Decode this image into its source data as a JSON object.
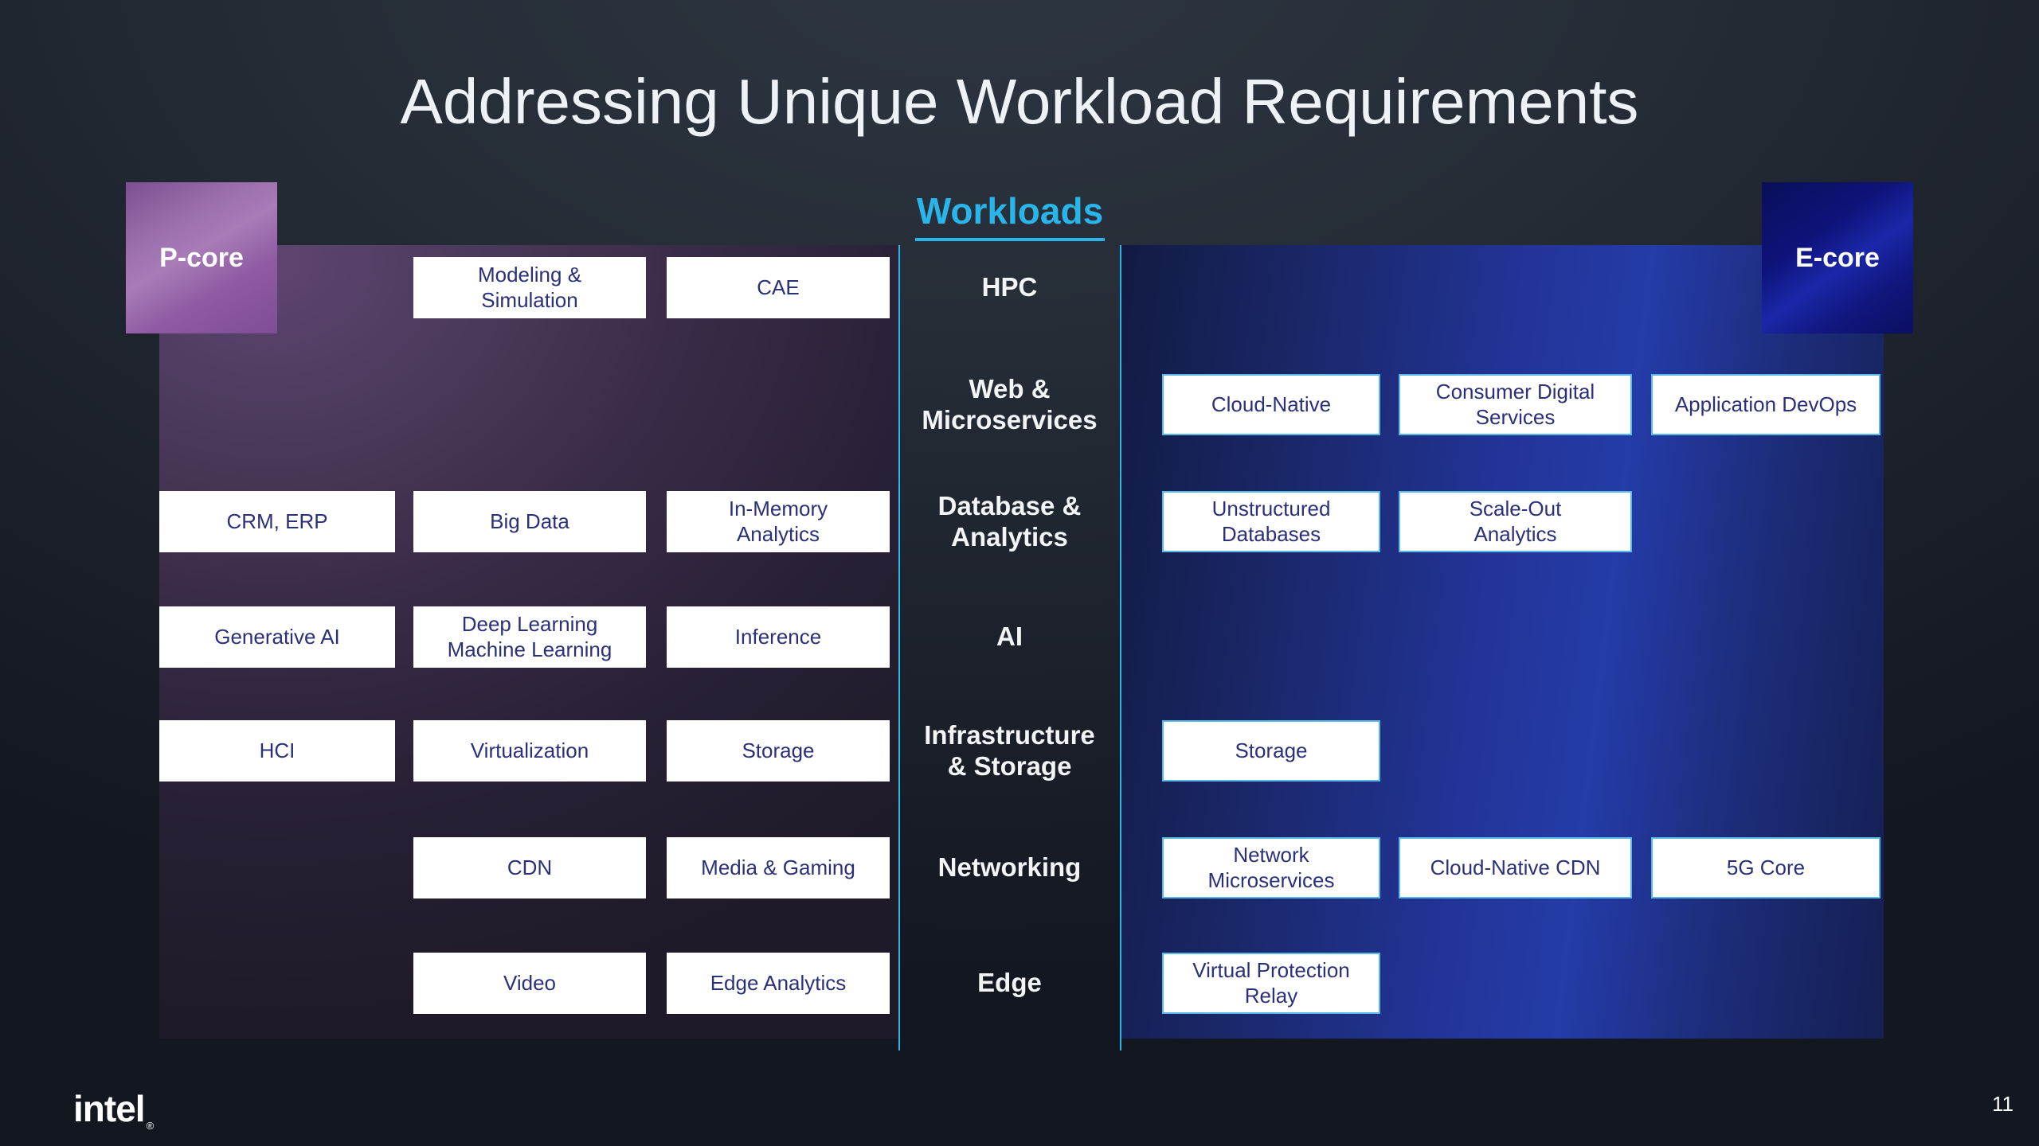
{
  "slide": {
    "title": "Addressing Unique Workload Requirements",
    "page_number": "11",
    "brand": {
      "logo_text": "intel",
      "registered_mark": "®"
    }
  },
  "cores": {
    "p_core": {
      "label": "P-core"
    },
    "e_core": {
      "label": "E-core"
    }
  },
  "workloads": {
    "header": "Workloads",
    "rows": [
      {
        "label": "HPC",
        "p_core_items": [
          "Modeling & Simulation",
          "CAE"
        ],
        "e_core_items": []
      },
      {
        "label": "Web & Microservices",
        "p_core_items": [],
        "e_core_items": [
          "Cloud-Native",
          "Consumer Digital Services",
          "Application DevOps"
        ]
      },
      {
        "label": "Database & Analytics",
        "p_core_items": [
          "CRM, ERP",
          "Big Data",
          "In-Memory Analytics"
        ],
        "e_core_items": [
          "Unstructured Databases",
          "Scale-Out Analytics"
        ]
      },
      {
        "label": "AI",
        "p_core_items": [
          "Generative AI",
          "Deep Learning Machine Learning",
          "Inference"
        ],
        "e_core_items": []
      },
      {
        "label": "Infrastructure & Storage",
        "p_core_items": [
          "HCI",
          "Virtualization",
          "Storage"
        ],
        "e_core_items": [
          "Storage"
        ]
      },
      {
        "label": "Networking",
        "p_core_items": [
          "CDN",
          "Media & Gaming"
        ],
        "e_core_items": [
          "Network Microservices",
          "Cloud-Native CDN",
          "5G Core"
        ]
      },
      {
        "label": "Edge",
        "p_core_items": [
          "Video",
          "Edge Analytics"
        ],
        "e_core_items": [
          "Virtual Protection Relay"
        ]
      }
    ]
  },
  "colors": {
    "accent_cyan": "#29B5EA",
    "box_text_navy": "#2B3078",
    "p_core_purple": "#9C6FAE",
    "e_core_blue": "#141C96",
    "background_dark": "#232A34"
  }
}
